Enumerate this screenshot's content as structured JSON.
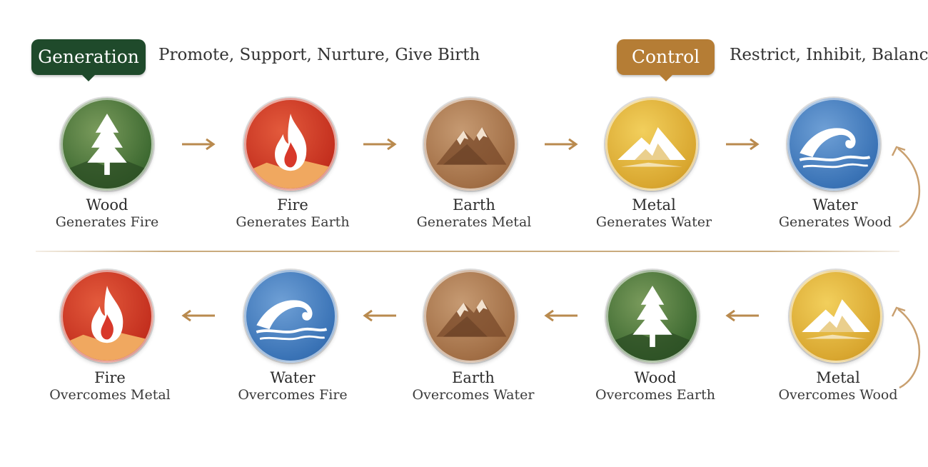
{
  "header": {
    "generation": {
      "badge": "Generation",
      "tagline": "Promote, Support, Nurture, Give Birth",
      "color": "#1f4a2b"
    },
    "control": {
      "badge": "Control",
      "tagline": "Restrict, Inhibit, Balance",
      "color": "#b57d35"
    }
  },
  "generation_row": [
    {
      "element": "Wood",
      "text": "Generates Fire",
      "icon": "tree-icon"
    },
    {
      "element": "Fire",
      "text": "Generates Earth",
      "icon": "flame-icon"
    },
    {
      "element": "Earth",
      "text": "Generates Metal",
      "icon": "mountain-icon"
    },
    {
      "element": "Metal",
      "text": "Generates Water",
      "icon": "mountain-icon"
    },
    {
      "element": "Water",
      "text": "Generates Wood",
      "icon": "wave-icon"
    }
  ],
  "control_row": [
    {
      "element": "Fire",
      "text": "Overcomes Metal",
      "icon": "flame-icon"
    },
    {
      "element": "Water",
      "text": "Overcomes Fire",
      "icon": "wave-icon"
    },
    {
      "element": "Earth",
      "text": "Overcomes Water",
      "icon": "mountain-icon"
    },
    {
      "element": "Wood",
      "text": "Overcomes Earth",
      "icon": "tree-icon"
    },
    {
      "element": "Metal",
      "text": "Overcomes Wood",
      "icon": "mountain-icon"
    }
  ],
  "colors": {
    "wood": "#3f6b32",
    "fire": "#c4301f",
    "earth": "#a26f46",
    "metal": "#d9a730",
    "water": "#3a73b6",
    "arrow": "#b98a4e"
  }
}
